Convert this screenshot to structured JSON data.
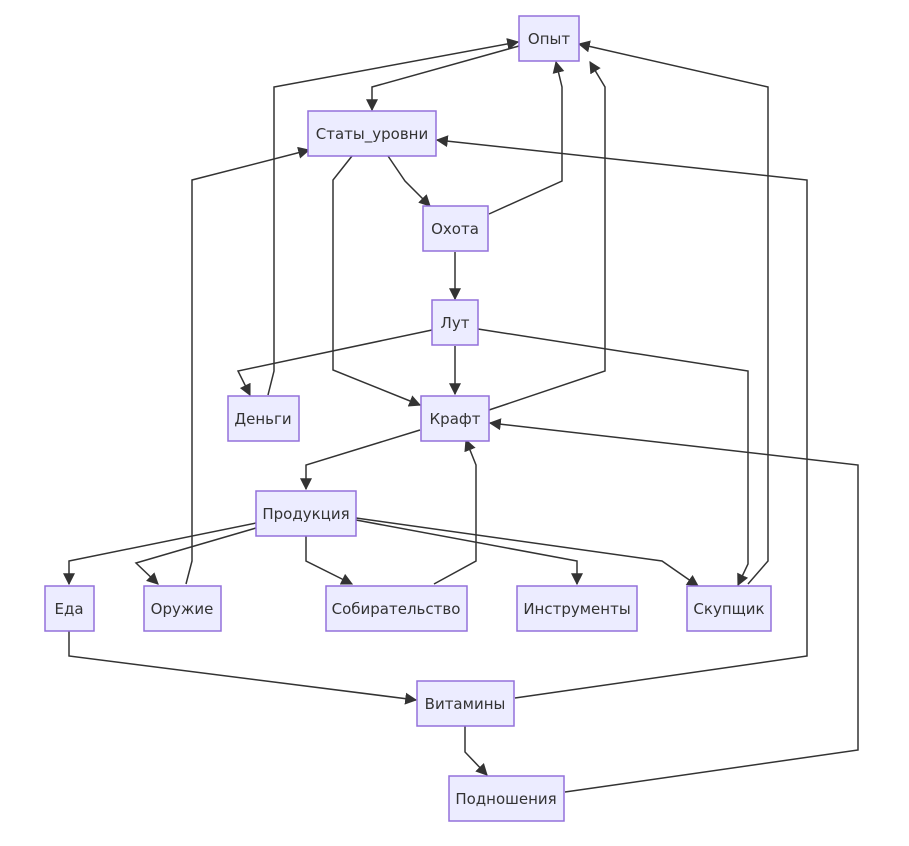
{
  "colors": {
    "node_fill": "#ECECFF",
    "node_border": "#9370DB",
    "edge": "#333333",
    "text": "#333333",
    "background": "#FFFFFF"
  },
  "nodes": {
    "opyt": "Опыт",
    "staty": "Статы_уровни",
    "ohota": "Охота",
    "lut": "Лут",
    "dengi": "Деньги",
    "kraft": "Крафт",
    "produkciya": "Продукция",
    "eda": "Еда",
    "oruzhie": "Оружие",
    "sobiratelstvo": "Собирательство",
    "instrumenty": "Инструменты",
    "skupshik": "Скупщик",
    "vitaminy": "Витамины",
    "podnosheniya": "Подношения"
  },
  "edges": [
    {
      "from": "opyt",
      "to": "staty"
    },
    {
      "from": "staty",
      "to": "ohota"
    },
    {
      "from": "staty",
      "to": "kraft"
    },
    {
      "from": "ohota",
      "to": "opyt"
    },
    {
      "from": "ohota",
      "to": "lut"
    },
    {
      "from": "lut",
      "to": "dengi"
    },
    {
      "from": "lut",
      "to": "kraft"
    },
    {
      "from": "lut",
      "to": "skupshik"
    },
    {
      "from": "dengi",
      "to": "opyt"
    },
    {
      "from": "kraft",
      "to": "opyt"
    },
    {
      "from": "kraft",
      "to": "produkciya"
    },
    {
      "from": "produkciya",
      "to": "eda"
    },
    {
      "from": "produkciya",
      "to": "oruzhie"
    },
    {
      "from": "produkciya",
      "to": "sobiratelstvo"
    },
    {
      "from": "produkciya",
      "to": "instrumenty"
    },
    {
      "from": "produkciya",
      "to": "skupshik"
    },
    {
      "from": "oruzhie",
      "to": "staty"
    },
    {
      "from": "sobiratelstvo",
      "to": "kraft"
    },
    {
      "from": "skupshik",
      "to": "opyt"
    },
    {
      "from": "eda",
      "to": "vitaminy"
    },
    {
      "from": "vitaminy",
      "to": "staty"
    },
    {
      "from": "vitaminy",
      "to": "podnosheniya"
    },
    {
      "from": "podnosheniya",
      "to": "kraft"
    }
  ]
}
